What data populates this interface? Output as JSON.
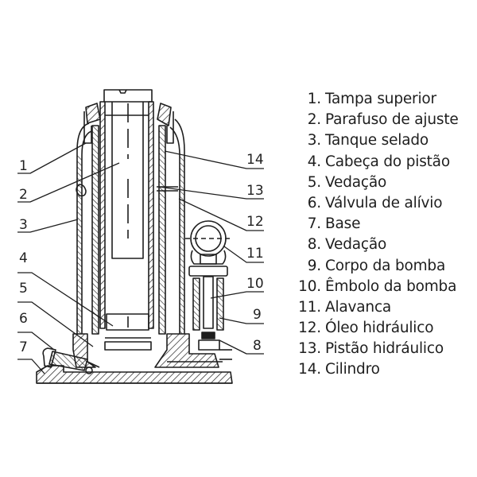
{
  "diagram": {
    "subject": "Hydraulic bottle jack cross-section",
    "line_color": "#1e1e1e",
    "background": "#ffffff",
    "callouts_left": [
      "1",
      "2",
      "3",
      "4",
      "5",
      "6",
      "7"
    ],
    "callouts_right": [
      "14",
      "13",
      "12",
      "11",
      "10",
      "9",
      "8"
    ]
  },
  "legend": {
    "items": [
      {
        "num": "1.",
        "label": "Tampa superior"
      },
      {
        "num": "2.",
        "label": "Parafuso de ajuste"
      },
      {
        "num": "3.",
        "label": "Tanque selado"
      },
      {
        "num": "4.",
        "label": "Cabeça do pistão"
      },
      {
        "num": "5.",
        "label": "Vedação"
      },
      {
        "num": "6.",
        "label": "Válvula de alívio"
      },
      {
        "num": "7.",
        "label": "Base"
      },
      {
        "num": "8.",
        "label": "Vedação"
      },
      {
        "num": "9.",
        "label": "Corpo da bomba"
      },
      {
        "num": "10.",
        "label": "Êmbolo da bomba"
      },
      {
        "num": "11.",
        "label": "Alavanca"
      },
      {
        "num": "12.",
        "label": "Óleo hidráulico"
      },
      {
        "num": "13.",
        "label": "Pistão hidráulico"
      },
      {
        "num": "14.",
        "label": "Cilindro"
      }
    ]
  }
}
